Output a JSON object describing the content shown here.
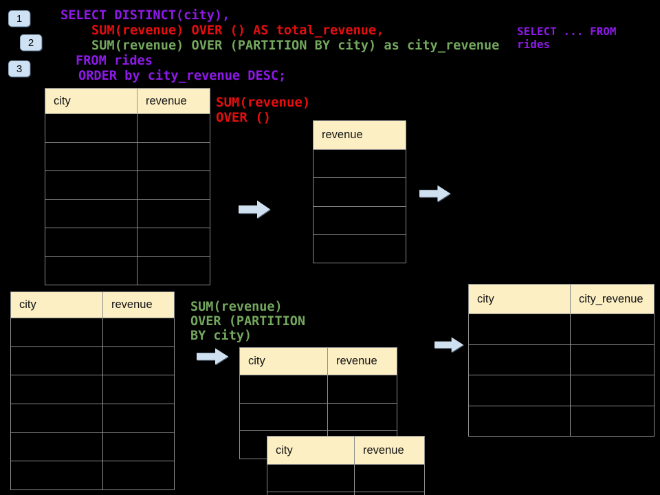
{
  "colors": {
    "background": "#000000",
    "purple": "#8E19E8",
    "red": "#E60E0E",
    "green": "#74A85E",
    "header_fill": "#FCEFC4",
    "table_border": "#8F8F8F",
    "arrow_fill": "#CFE0F1",
    "badge_fill": "#CFE2F3"
  },
  "badges": [
    {
      "label": "1"
    },
    {
      "label": "2"
    },
    {
      "label": "3"
    }
  ],
  "code": {
    "lines": [
      {
        "text": "SELECT DISTINCT(city),",
        "color": "#8E19E8"
      },
      {
        "text": "SUM(revenue) OVER () AS total_revenue,",
        "color": "#E60E0E"
      },
      {
        "text": "SUM(revenue) OVER (PARTITION BY city) as city_revenue",
        "color": "#74A85E"
      },
      {
        "text": "FROM rides",
        "color": "#8E19E8"
      },
      {
        "text": "ORDER by city_revenue DESC;",
        "color": "#8E19E8"
      }
    ]
  },
  "side_note": {
    "text": "SELECT ... FROM\nrides",
    "color": "#8E19E8"
  },
  "annotations": {
    "total": {
      "text": "SUM(revenue)\nOVER ()",
      "color": "#E60E0E"
    },
    "partition": {
      "text": "SUM(revenue)\nOVER (PARTITION\nBY city)",
      "color": "#74A85E"
    }
  },
  "tables": {
    "source_top": {
      "headers": [
        "city",
        "revenue"
      ],
      "empty_rows": 6
    },
    "revenue_only": {
      "headers": [
        "revenue"
      ],
      "empty_rows": 4
    },
    "source_bottom": {
      "headers": [
        "city",
        "revenue"
      ],
      "empty_rows": 6
    },
    "partition_mid": {
      "headers": [
        "city",
        "revenue"
      ],
      "empty_rows": 3
    },
    "partition_overlay": {
      "headers": [
        "city",
        "revenue"
      ],
      "empty_rows": 2
    },
    "result_right": {
      "headers": [
        "city",
        "city_revenue"
      ],
      "empty_rows": 4
    }
  },
  "icons": {
    "arrow": "arrow-right-icon"
  }
}
